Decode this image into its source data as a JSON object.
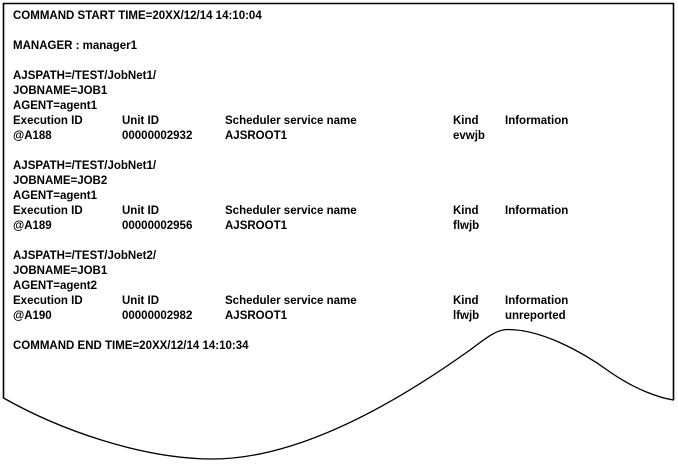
{
  "window": {
    "frame_color": "#000000",
    "background_color": "#ffffff",
    "text_color": "#000000",
    "torn_edge": "wavy-bottom-edge"
  },
  "console": {
    "start_line": "COMMAND START TIME=20XX/12/14 14:10:04",
    "manager_line": "MANAGER : manager1",
    "end_line": "COMMAND END TIME=20XX/12/14 14:10:34",
    "columns": {
      "execution_id": "Execution ID",
      "unit_id": "Unit ID",
      "scheduler_service_name": "Scheduler service name",
      "kind": "Kind",
      "information": "Information"
    },
    "blocks": [
      {
        "ajspath": "AJSPATH=/TEST/JobNet1/",
        "jobname": "JOBNAME=JOB1",
        "agent": "AGENT=agent1",
        "record": {
          "execution_id": "@A188",
          "unit_id": "00000002932",
          "scheduler_service_name": "AJSROOT1",
          "kind": "evwjb",
          "information": ""
        }
      },
      {
        "ajspath": "AJSPATH=/TEST/JobNet1/",
        "jobname": "JOBNAME=JOB2",
        "agent": "AGENT=agent1",
        "record": {
          "execution_id": "@A189",
          "unit_id": "00000002956",
          "scheduler_service_name": "AJSROOT1",
          "kind": "flwjb",
          "information": ""
        }
      },
      {
        "ajspath": "AJSPATH=/TEST/JobNet2/",
        "jobname": "JOBNAME=JOB1",
        "agent": "AGENT=agent2",
        "record": {
          "execution_id": "@A190",
          "unit_id": "00000002982",
          "scheduler_service_name": "AJSROOT1",
          "kind": "lfwjb",
          "information": "unreported"
        }
      }
    ]
  }
}
